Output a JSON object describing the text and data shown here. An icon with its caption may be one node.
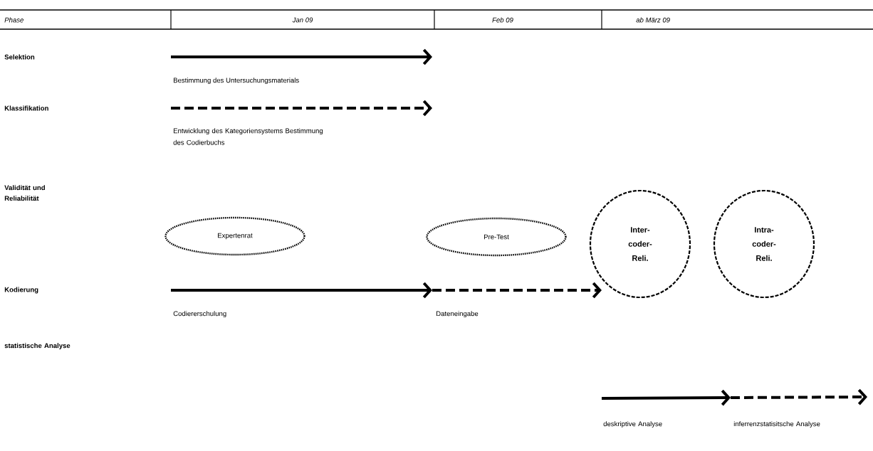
{
  "diagram": {
    "nodes": [
      {
        "text": [
          "Expertenrat"
        ]
      },
      {
        "text": [
          "Pre-Test"
        ]
      },
      {
        "text": [
          "Inter-coder-Reli."
        ]
      },
      {
        "text": [
          "Intra-coder-Reli."
        ]
      }
    ],
    "labels": [
      "Phase",
      "Jan 09",
      "Feb 09",
      "ab März 09",
      "Selektion",
      "Bestimmung des Untersuchungsmaterials",
      "Klassifikation",
      "Entwicklung des Kategoriensystems Bestimmung des Codierbuchs",
      "Validität und Reliabilität",
      "Kodierung",
      "Codiererschulung",
      "Dateneingabe",
      "statistische Analyse",
      "deskriptive Analyse",
      "inferrenzstatisitsche Analyse"
    ]
  }
}
